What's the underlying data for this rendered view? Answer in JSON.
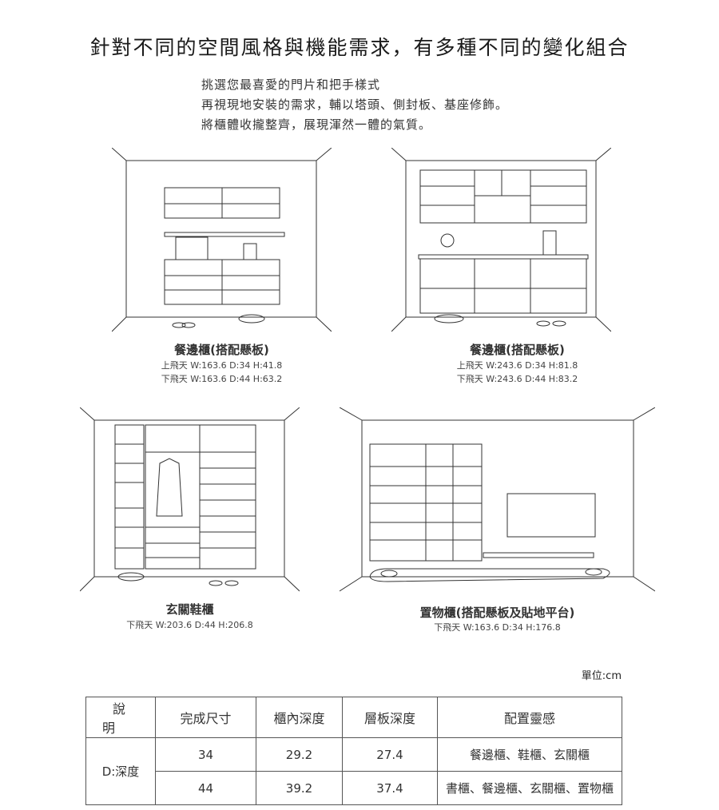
{
  "title": "針對不同的空間風格與機能需求，有多種不同的變化組合",
  "intro": [
    "挑選您最喜愛的門片和把手樣式",
    "再視現地安裝的需求，輔以塔頭、側封板、基座修飾。",
    "將櫃體收攏整齊，展現渾然一體的氣質。"
  ],
  "scenes": [
    {
      "name": "餐邊櫃(搭配懸板)",
      "specs": [
        "上飛天 W:163.6  D:34  H:41.8",
        "下飛天 W:163.6  D:44  H:63.2"
      ]
    },
    {
      "name": "餐邊櫃(搭配懸板)",
      "specs": [
        "上飛天 W:243.6  D:34  H:81.8",
        "下飛天 W:243.6  D:44  H:83.2"
      ]
    },
    {
      "name": "玄關鞋櫃",
      "specs": [
        "下飛天 W:203.6  D:44  H:206.8"
      ]
    },
    {
      "name": "置物櫃(搭配懸板及貼地平台)",
      "specs": [
        "下飛天 W:163.6  D:34  H:176.8"
      ]
    }
  ],
  "unit": "單位:cm",
  "table": {
    "headers": [
      "說明",
      "完成尺寸",
      "櫃內深度",
      "層板深度",
      "配置靈感"
    ],
    "row_label": "D:深度",
    "rows": [
      [
        "34",
        "29.2",
        "27.4",
        "餐邊櫃、鞋櫃、玄關櫃"
      ],
      [
        "44",
        "39.2",
        "37.4",
        "書櫃、餐邊櫃、玄關櫃、置物櫃"
      ]
    ]
  }
}
